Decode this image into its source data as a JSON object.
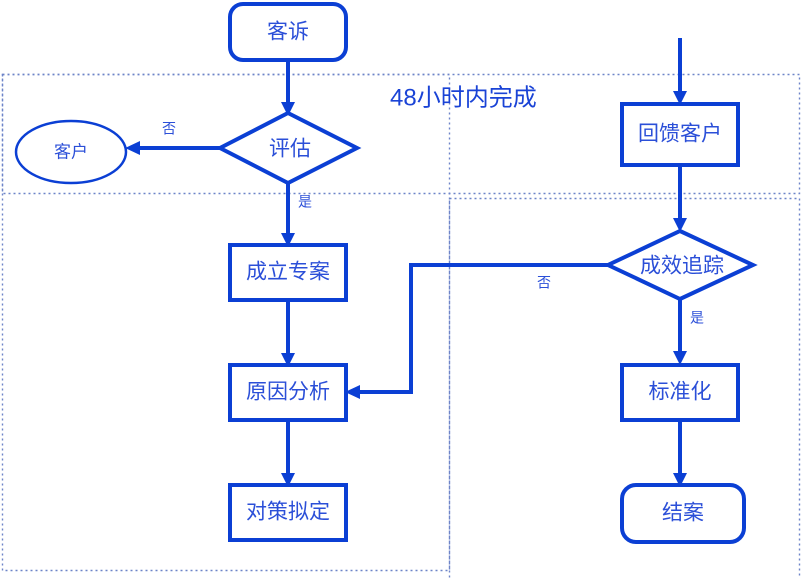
{
  "diagram": {
    "title_text": "48小时内完成",
    "accent_color": "#0b3fd4",
    "label_color": "#2b4fd8",
    "zone_border_color": "#6d84c8",
    "background": "#ffffff"
  },
  "nodes": {
    "complaint": {
      "label": "客诉",
      "shape": "terminator"
    },
    "customer": {
      "label": "客户",
      "shape": "ellipse"
    },
    "evaluate": {
      "label": "评估",
      "shape": "decision"
    },
    "setup_project": {
      "label": "成立专案",
      "shape": "process"
    },
    "cause_analysis": {
      "label": "原因分析",
      "shape": "process"
    },
    "countermeasure": {
      "label": "对策拟定",
      "shape": "process"
    },
    "feedback_customer": {
      "label": "回馈客户",
      "shape": "process"
    },
    "effect_tracking": {
      "label": "成效追踪",
      "shape": "decision"
    },
    "standardize": {
      "label": "标准化",
      "shape": "process"
    },
    "close_case": {
      "label": "结案",
      "shape": "terminator"
    }
  },
  "edge_labels": {
    "evaluate_no": "否",
    "evaluate_yes": "是",
    "tracking_no": "否",
    "tracking_yes": "是"
  },
  "zones": {
    "within_48_hours": "48小时内完成"
  }
}
